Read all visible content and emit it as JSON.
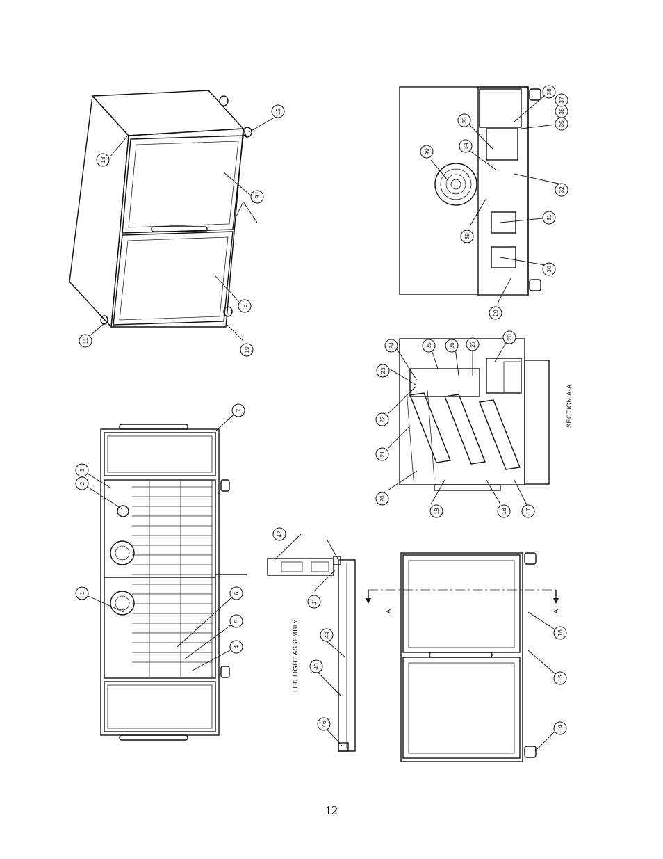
{
  "page": {
    "number": "12"
  },
  "labels": {
    "led_light_assembly": "LED LIGHT ASSEMBLY",
    "section_aa": "SECTION A-A",
    "section_marker_top": "A",
    "section_marker_bottom": "A"
  },
  "callouts": [
    "1",
    "2",
    "3",
    "4",
    "5",
    "6",
    "7",
    "8",
    "9",
    "10",
    "11",
    "12",
    "13",
    "14",
    "15",
    "16",
    "17",
    "18",
    "19",
    "20",
    "21",
    "22",
    "23",
    "24",
    "25",
    "26",
    "27",
    "28",
    "29",
    "30",
    "31",
    "32",
    "33",
    "34",
    "35",
    "36",
    "37",
    "38",
    "39",
    "40",
    "41",
    "42",
    "43",
    "44",
    "46"
  ]
}
